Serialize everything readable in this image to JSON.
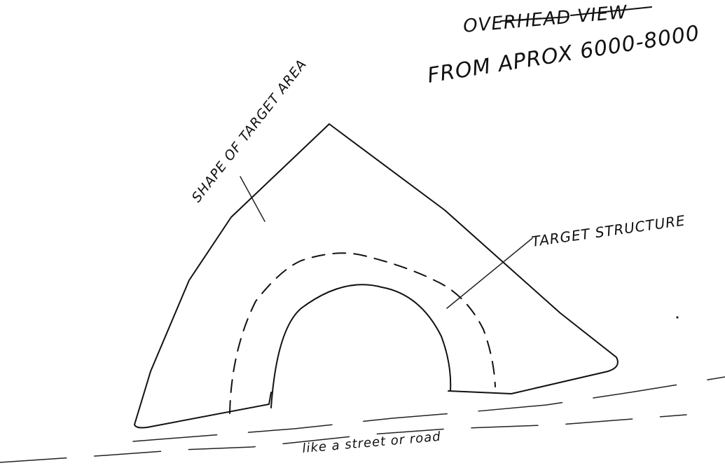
{
  "header": {
    "title": "OVERHEAD VIEW",
    "subtitle": "FROM APROX 6000-8000"
  },
  "labels": {
    "target_area": "SHAPE OF TARGET AREA",
    "target_structure": "TARGET STRUCTURE",
    "road": "like a street or road"
  },
  "colors": {
    "ink": "#111111",
    "paper": "#ffffff"
  }
}
